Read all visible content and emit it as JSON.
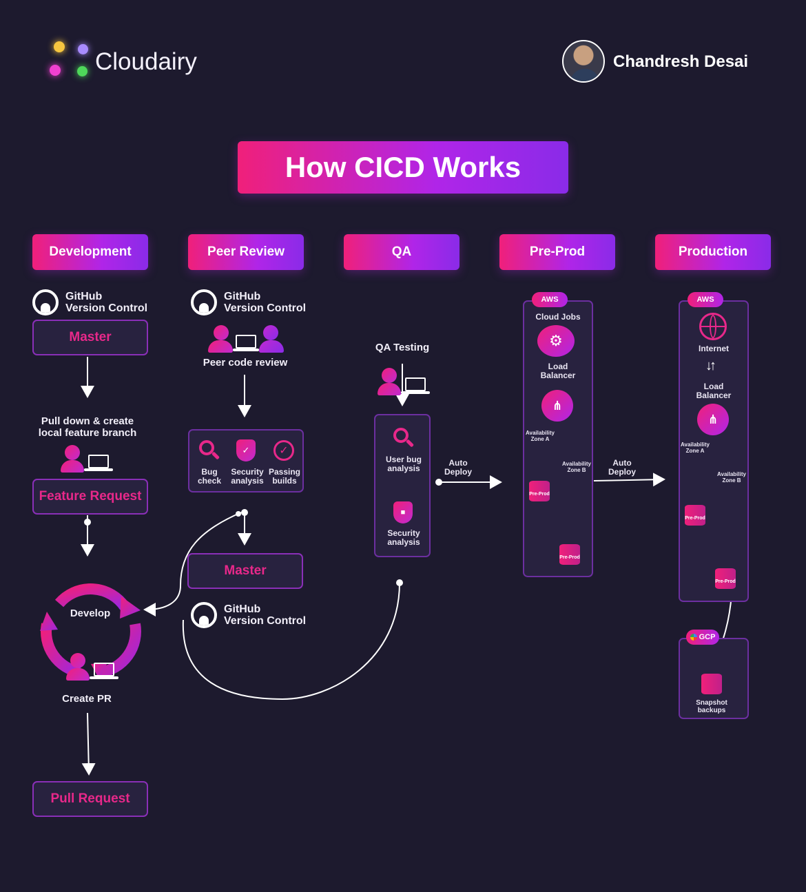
{
  "header": {
    "brand": "Cloudairy",
    "author": "Chandresh Desai"
  },
  "title": "How CICD Works",
  "columns": {
    "development": "Development",
    "peer_review": "Peer Review",
    "qa": "QA",
    "pre_prod": "Pre-Prod",
    "production": "Production"
  },
  "development": {
    "github_line1": "GitHub",
    "github_line2": "Version Control",
    "master": "Master",
    "pull_down": "Pull down & create local feature branch",
    "feature_request": "Feature Request",
    "develop": "Develop",
    "create_pr": "Create PR",
    "pull_request": "Pull Request"
  },
  "peer_review": {
    "github_line1": "GitHub",
    "github_line2": "Version Control",
    "peer_code_review": "Peer code review",
    "bug_check": "Bug check",
    "security_analysis": "Security analysis",
    "passing_builds": "Passing builds",
    "master": "Master",
    "github2_line1": "GitHub",
    "github2_line2": "Version Control"
  },
  "qa": {
    "qa_testing": "QA Testing",
    "user_bug_analysis": "User bug analysis",
    "security_analysis": "Security analysis",
    "auto_deploy": "Auto Deploy"
  },
  "pre_prod": {
    "cloud_tag": "AWS",
    "cloud_jobs": "Cloud Jobs",
    "load_balancer": "Load Balancer",
    "zone_a": "Availability Zone A",
    "zone_b": "Availability Zone B",
    "db_a": "Pre-Prod",
    "db_b": "Pre-Prod",
    "auto_deploy": "Auto Deploy"
  },
  "production": {
    "cloud_tag": "AWS",
    "internet": "Internet",
    "load_balancer": "Load Balancer",
    "zone_a": "Availability Zone A",
    "zone_b": "Availability Zone B",
    "db_a": "Pre-Prod",
    "db_b": "Pre-Prod",
    "gcp_tag": "GCP",
    "snapshot": "Snapshot backups"
  }
}
